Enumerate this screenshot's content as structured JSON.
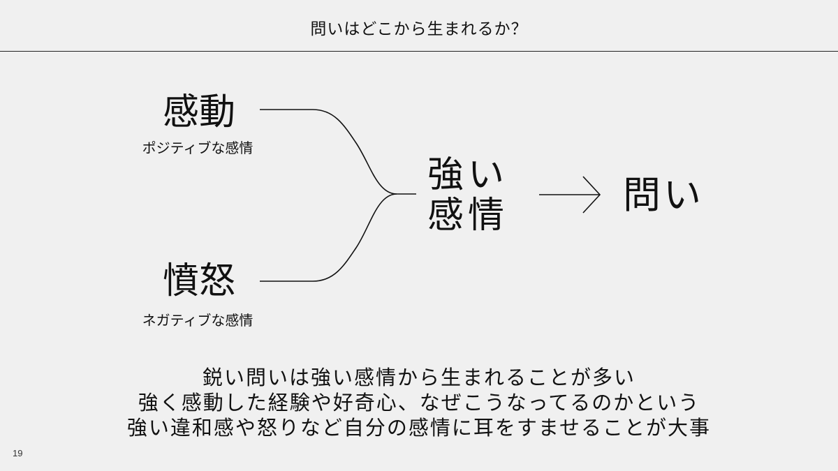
{
  "slide": {
    "title": "問いはどこから生まれるか？",
    "page_number": "19"
  },
  "diagram": {
    "positive": {
      "label": "感動",
      "sublabel": "ポジティブな感情"
    },
    "negative": {
      "label": "憤怒",
      "sublabel": "ネガティブな感情"
    },
    "merged": {
      "line1": "強い",
      "line2": "感情"
    },
    "result": "問い"
  },
  "summary": {
    "lines": [
      "鋭い問いは強い感情から生まれることが多い",
      "強く感動した経験や好奇心、なぜこうなってるのかという",
      "強い違和感や怒りなど自分の感情に耳をすませることが大事"
    ]
  },
  "colors": {
    "background": "#f0f0f0",
    "text": "#111111",
    "line": "#111111"
  }
}
